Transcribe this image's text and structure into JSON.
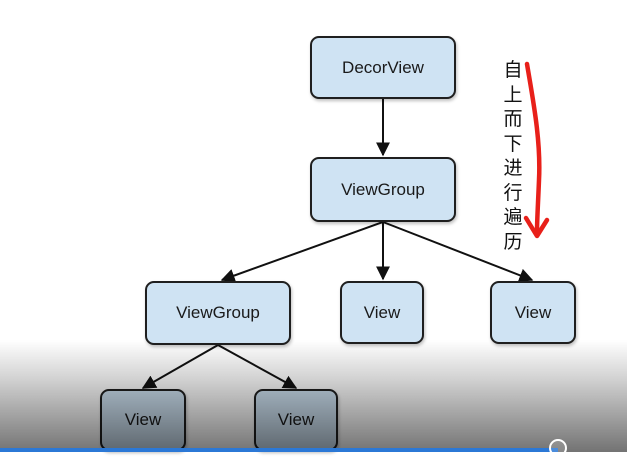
{
  "diagram": {
    "nodes": {
      "decor_view": "DecorView",
      "view_group_root": "ViewGroup",
      "view_group_child": "ViewGroup",
      "view_a": "View",
      "view_b": "View",
      "view_c": "View",
      "view_d": "View"
    },
    "annotation_chars": [
      "自",
      "上",
      "而",
      "下",
      "进",
      "行",
      "遍",
      "历"
    ]
  },
  "colors": {
    "node_fill": "#cfe3f3",
    "node_border": "#1f1f1f",
    "annotation_arrow": "#e8201a",
    "progress": "#2b78d6"
  },
  "video_progress": 0.89
}
